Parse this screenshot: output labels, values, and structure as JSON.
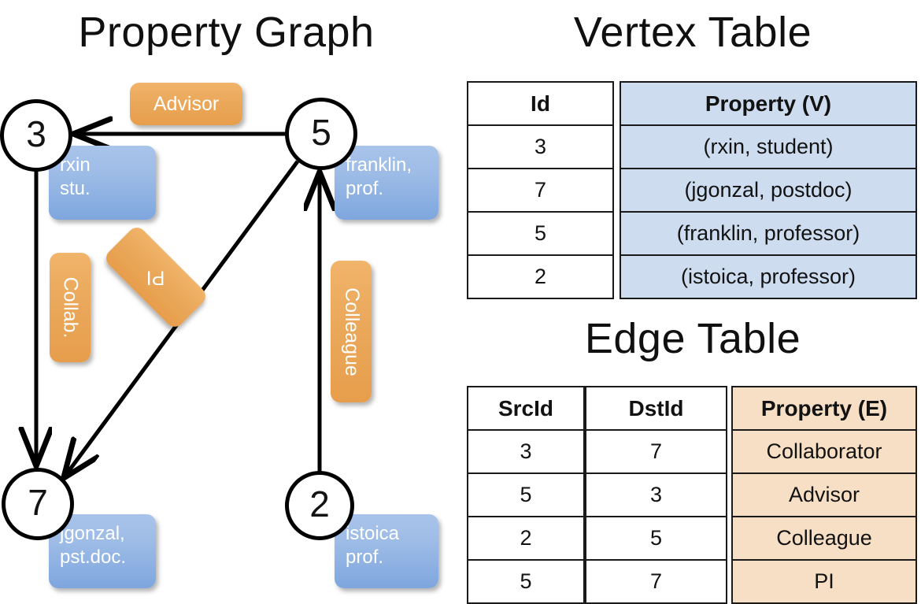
{
  "panels": {
    "graph_title": "Property Graph",
    "vertex_title": "Vertex Table",
    "edge_title": "Edge Table"
  },
  "graph": {
    "nodes": [
      {
        "id": "3",
        "property_line1": "rxin",
        "property_line2": "stu."
      },
      {
        "id": "5",
        "property_line1": "franklin,",
        "property_line2": "prof."
      },
      {
        "id": "7",
        "property_line1": "jgonzal,",
        "property_line2": "pst.doc."
      },
      {
        "id": "2",
        "property_line1": "istoica",
        "property_line2": "prof."
      }
    ],
    "edge_labels": [
      {
        "name": "advisor-label",
        "text": "Advisor"
      },
      {
        "name": "collab-label",
        "text": "Collab."
      },
      {
        "name": "pi-label",
        "text": "PI"
      },
      {
        "name": "colleague-label",
        "text": "Colleague"
      }
    ]
  },
  "vertex_table": {
    "headers": [
      "Id",
      "Property (V)"
    ],
    "rows": [
      {
        "id": "3",
        "property": "(rxin, student)"
      },
      {
        "id": "7",
        "property": "(jgonzal, postdoc)"
      },
      {
        "id": "5",
        "property": "(franklin, professor)"
      },
      {
        "id": "2",
        "property": "(istoica, professor)"
      }
    ]
  },
  "edge_table": {
    "headers": [
      "SrcId",
      "DstId",
      "Property (E)"
    ],
    "rows": [
      {
        "src": "3",
        "dst": "7",
        "property": "Collaborator"
      },
      {
        "src": "5",
        "dst": "3",
        "property": "Advisor"
      },
      {
        "src": "2",
        "dst": "5",
        "property": "Colleague"
      },
      {
        "src": "5",
        "dst": "7",
        "property": "PI"
      }
    ]
  },
  "colors": {
    "vertex_property_fill": "#cedcf0",
    "edge_property_fill": "#f6dfc5",
    "node_box_blue": "#9cbbe6",
    "edge_chip_orange": "#eaa85b",
    "stroke": "#000000"
  }
}
